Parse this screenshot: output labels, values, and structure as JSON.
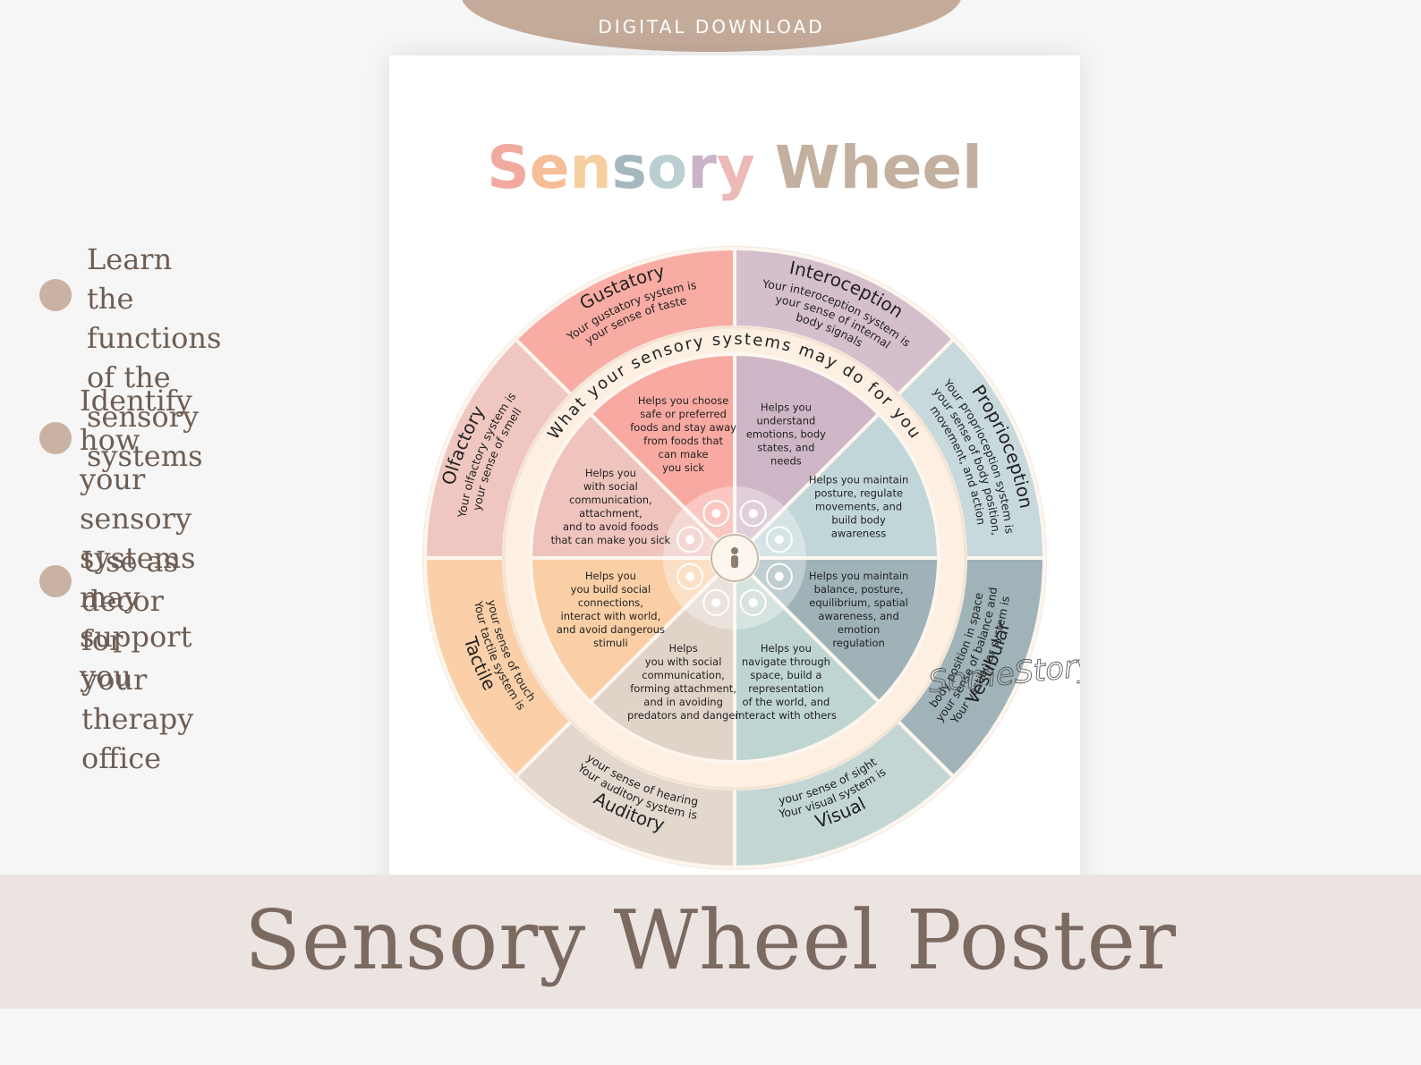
{
  "banner": {
    "label": "DIGITAL DOWNLOAD",
    "color": "#c4ab99"
  },
  "features": [
    {
      "lines": [
        "Learn the functions",
        "of the sensory",
        "systems"
      ]
    },
    {
      "lines": [
        "Identify how your",
        "sensory systems may",
        "support you"
      ]
    },
    {
      "lines": [
        "Use as decor for",
        "your therapy office"
      ]
    }
  ],
  "poster": {
    "title_letters": [
      {
        "ch": "S",
        "color": "#f2a9a0"
      },
      {
        "ch": "e",
        "color": "#f5bd98"
      },
      {
        "ch": "n",
        "color": "#f6cfa0"
      },
      {
        "ch": "s",
        "color": "#a4b8bd"
      },
      {
        "ch": "o",
        "color": "#b9cfd2"
      },
      {
        "ch": "r",
        "color": "#c9b3c6"
      },
      {
        "ch": "y",
        "color": "#ebb9b6"
      }
    ],
    "title_second": {
      "text": "Wheel",
      "color": "#c3b09f"
    },
    "inner_ring_text": "What your sensory systems may do for you",
    "watermark": "SomeStoryOT",
    "wedges": [
      {
        "name": "Interoception",
        "outer_color": "#d5bfcd",
        "inner_color": "#cfb6c6",
        "icon": "stomach-icon",
        "description": [
          "Your interoception system is",
          "your sense of internal",
          "body signals"
        ],
        "function": [
          "Helps you",
          "understand",
          "emotions, body",
          "states, and",
          "needs"
        ]
      },
      {
        "name": "Proprioception",
        "outer_color": "#c7d9dc",
        "inner_color": "#c1d6d9",
        "icon": "joint-icon",
        "description": [
          "Your proprioception system is",
          "your sense of body position,",
          "movement, and action"
        ],
        "function": [
          "Helps you maintain",
          "posture, regulate",
          "movements, and",
          "build body",
          "awareness"
        ]
      },
      {
        "name": "Vestibular",
        "outer_color": "#9fb3b9",
        "inner_color": "#9fb2b8",
        "icon": "inner-ear-icon",
        "description": [
          "Your vestibular system is",
          "your sense of balance and",
          "body position in space"
        ],
        "function": [
          "Helps you maintain",
          "balance, posture,",
          "equilibrium, spatial",
          "awareness, and",
          "emotion",
          "regulation"
        ]
      },
      {
        "name": "Visual",
        "outer_color": "#c3d6d3",
        "inner_color": "#bfd5d2",
        "icon": "eye-icon",
        "description": [
          "Your visual system is",
          "your sense of sight"
        ],
        "function": [
          "Helps you",
          "navigate through",
          "space, build a",
          "representation",
          "of the world, and",
          "interact with others"
        ]
      },
      {
        "name": "Auditory",
        "outer_color": "#e3d8ce",
        "inner_color": "#e0d3c8",
        "icon": "ear-icon",
        "description": [
          "Your auditory system is",
          "your sense of hearing"
        ],
        "function": [
          "Helps",
          "you with social",
          "communication,",
          "forming attachment,",
          "and in avoiding",
          "predators and danger"
        ]
      },
      {
        "name": "Tactile",
        "outer_color": "#fbd0a8",
        "inner_color": "#fbcfa6",
        "icon": "hand-icon",
        "description": [
          "Your tactile system is",
          "your sense of touch"
        ],
        "function": [
          "Helps you",
          "you build social",
          "connections,",
          "interact with world,",
          "and avoid dangerous",
          "stimuli"
        ]
      },
      {
        "name": "Olfactory",
        "outer_color": "#efc7c0",
        "inner_color": "#eec4bd",
        "icon": "nose-icon",
        "description": [
          "Your olfactory system is",
          "your sense of smell"
        ],
        "function": [
          "Helps you",
          "with social",
          "communication,",
          "attachment,",
          "and to avoid foods",
          "that can make you sick"
        ]
      },
      {
        "name": "Gustatory",
        "outer_color": "#f9aca4",
        "inner_color": "#f8aaa2",
        "icon": "tongue-icon",
        "description": [
          "Your gustatory system is",
          "your sense of taste"
        ],
        "function": [
          "Helps you choose",
          "safe or preferred",
          "foods and stay away",
          "from foods that",
          "can make",
          "you sick"
        ]
      }
    ]
  },
  "bottom": {
    "title": "Sensory Wheel Poster"
  }
}
